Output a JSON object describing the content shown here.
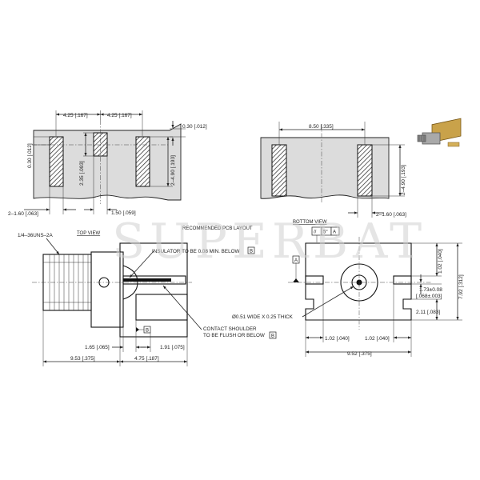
{
  "watermark": "SUPERBAT",
  "pcb_layout": {
    "title": "RECOMMENDED PCB LAYOUT",
    "dim_pitch_left": "4.25 [.167]",
    "dim_pitch_right": "4.25 [.167]",
    "dim_clearance": "0.30 [.012]",
    "dim_clearance_left": "0.30 [.012]",
    "dim_pad_height": "2.35 [.093]",
    "dim_pad_length": "2–4.90 [.193]",
    "dim_pad_width": "2–1.60 [.063]",
    "dim_center_pad": "1.50 [.059]"
  },
  "pcb_layout_right": {
    "dim_pitch": "8.50 [.335]",
    "dim_pad_length": "2–4.90 [.193]",
    "dim_pad_width": "2–1.60 [.063]"
  },
  "top_view": {
    "title": "TOP VIEW",
    "thread_label": "1/4–36UNS–2A",
    "insulator_note": "INSULATOR TO BE 0.08 MIN. BELOW",
    "insulator_datum": "B",
    "contact_note_1": "CONTACT SHOULDER",
    "contact_note_2": "TO BE FLUSH OR BELOW",
    "contact_datum": "B",
    "datum_b": "B",
    "dim_165": "1.65 [.065]",
    "dim_191": "1.91 [.075]",
    "dim_953": "9.53 [.375]",
    "dim_475": "4.75 [.187]"
  },
  "bottom_view": {
    "title": "BOTTOM VIEW",
    "fcf_symbol": "//",
    "fcf_value": "5°",
    "fcf_datum": "A",
    "datum_a": "A",
    "pin_note": "Ø0.51 WIDE X 0.25 THICK",
    "dim_102_left": "1.02 [.040]",
    "dim_102_right": "1.02 [.040]",
    "dim_952": "9.52 [.375]",
    "dim_102_vert": "1.02 [.040]",
    "dim_792": "7.92 [.312]",
    "dim_173": "1.73±0.08",
    "dim_173_in": "[.068±.003]",
    "dim_211": "2.11 [.083]"
  },
  "icons": {
    "product_thumbnail": "connector-photo-icon"
  }
}
